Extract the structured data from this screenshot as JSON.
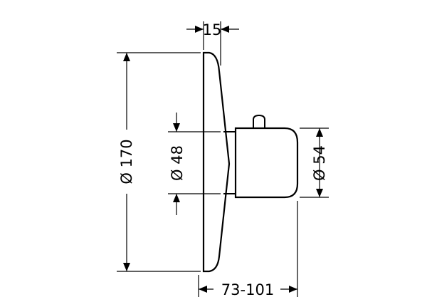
{
  "dimensions": {
    "plate_thickness": "15",
    "plate_diameter": "Ø 170",
    "body_diameter": "Ø 48",
    "handle_diameter": "Ø 54",
    "projection_range": "73-101"
  },
  "colors": {
    "line": "#000000",
    "background": "#ffffff"
  }
}
